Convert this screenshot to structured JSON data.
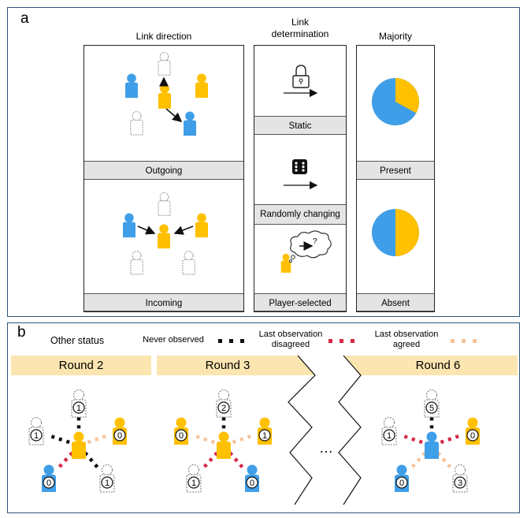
{
  "panel_a": {
    "letter": "a",
    "columns": {
      "link_direction": "Link direction",
      "link_determination": "Link\ndetermination",
      "majority": "Majority"
    },
    "bands": {
      "outgoing": "Outgoing",
      "incoming": "Incoming",
      "static": "Static",
      "randomly_changing": "Randomly changing",
      "player_selected": "Player-selected",
      "present": "Present",
      "absent": "Absent"
    },
    "pies": [
      {
        "label": "Present",
        "blue_fraction": 0.67,
        "yellow_fraction": 0.33
      },
      {
        "label": "Absent",
        "blue_fraction": 0.5,
        "yellow_fraction": 0.5
      }
    ],
    "thought_glyph": "?"
  },
  "panel_b": {
    "letter": "b",
    "legend": {
      "title": "Other status",
      "never_observed": "Never observed",
      "disagreed": "Last observation\ndisagreed",
      "agreed": "Last observation\nagreed"
    },
    "rounds": [
      {
        "label": "Round 2",
        "counts": {
          "top": "1",
          "left": "1",
          "right": "0",
          "bottom_left": "0",
          "bottom_right": "1"
        }
      },
      {
        "label": "Round 3",
        "counts": {
          "top": "2",
          "left": "0",
          "right": "1",
          "bottom_left": "1",
          "bottom_right": "0"
        }
      },
      {
        "label": "Round 6",
        "counts": {
          "top": "5",
          "left": "1",
          "right": "0",
          "bottom_left": "0",
          "bottom_right": "3"
        }
      }
    ],
    "ellipsis": "…"
  },
  "colors": {
    "blue": "#3f9ee8",
    "yellow": "#ffc000",
    "black_dot": "#111111",
    "red_dot": "#d62844",
    "peach_dot": "#f7c39a",
    "band_gray": "#e4e4e4",
    "round_header": "#fbe5b0",
    "frame": "#2f5577"
  }
}
